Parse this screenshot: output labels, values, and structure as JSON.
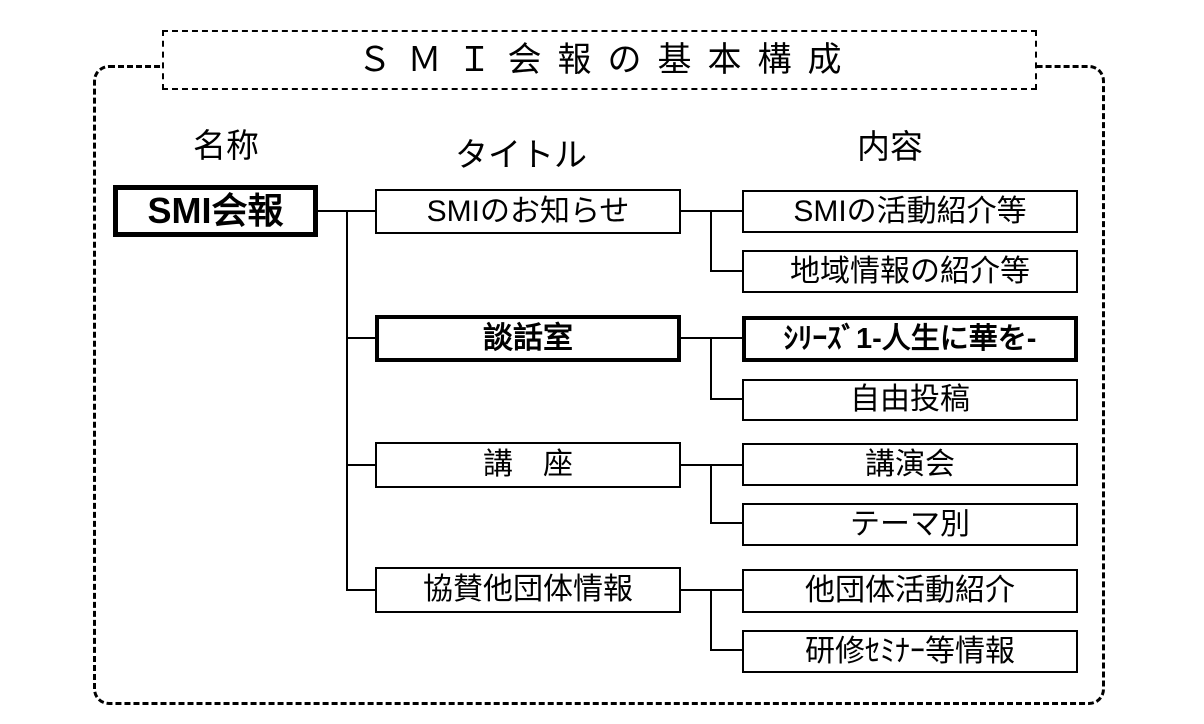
{
  "diagram": {
    "title": "ＳＭＩ会報の基本構成",
    "column_headers": {
      "name": "名称",
      "title": "タイトル",
      "content": "内容"
    },
    "root": {
      "label": "SMI会報",
      "bold": true
    },
    "rows": [
      {
        "title": {
          "label": "SMIのお知らせ",
          "bold": false
        },
        "contents": [
          {
            "label": "SMIの活動紹介等",
            "bold": false
          },
          {
            "label": "地域情報の紹介等",
            "bold": false
          }
        ]
      },
      {
        "title": {
          "label": "談話室",
          "bold": true
        },
        "contents": [
          {
            "label": "ｼﾘｰｽﾞ1-人生に華を-",
            "bold": true
          },
          {
            "label": "自由投稿",
            "bold": false
          }
        ]
      },
      {
        "title": {
          "label": "講　座",
          "bold": false
        },
        "contents": [
          {
            "label": "講演会",
            "bold": false
          },
          {
            "label": "テーマ別",
            "bold": false
          }
        ]
      },
      {
        "title": {
          "label": "協賛他団体情報",
          "bold": false
        },
        "contents": [
          {
            "label": "他団体活動紹介",
            "bold": false
          },
          {
            "label": "研修ｾﾐﾅｰ等情報",
            "bold": false
          }
        ]
      }
    ],
    "colors": {
      "line": "#000000",
      "background": "#ffffff",
      "text": "#000000"
    }
  }
}
